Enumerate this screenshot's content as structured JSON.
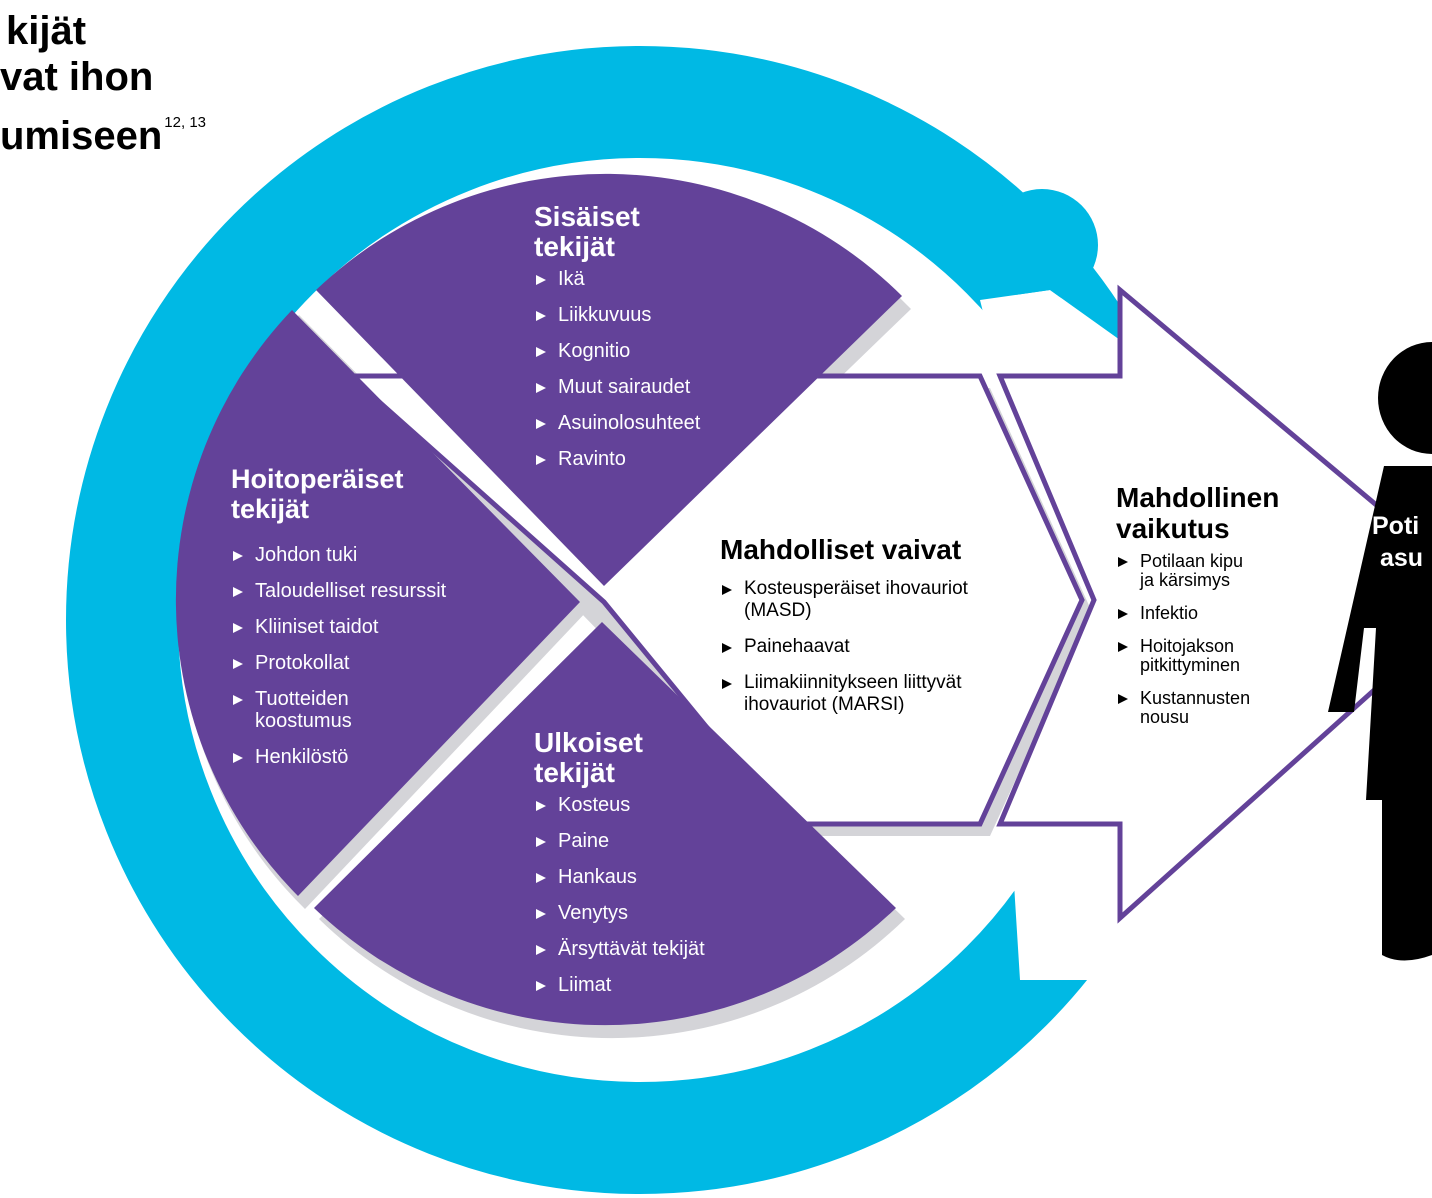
{
  "title": {
    "lines": [
      "kijät",
      "vat ihon",
      "umiseen"
    ],
    "ref": "12, 13"
  },
  "colors": {
    "ring": "#00b9e4",
    "purple": "#634299",
    "shadow": "#d4d4d8",
    "figure": "#000000"
  },
  "sectors": {
    "sisaiset": {
      "title_lines": [
        "Sisäiset",
        "tekijät"
      ],
      "items": [
        "Ikä",
        "Liikkuvuus",
        "Kognitio",
        "Muut sairaudet",
        "Asuinolosuhteet",
        "Ravinto"
      ]
    },
    "hoito": {
      "title_lines": [
        "Hoitoperäiset",
        "tekijät"
      ],
      "items": [
        {
          "lines": [
            "Johdon tuki"
          ]
        },
        {
          "lines": [
            "Taloudelliset resurssit"
          ]
        },
        {
          "lines": [
            "Kliiniset taidot"
          ]
        },
        {
          "lines": [
            "Protokollat"
          ]
        },
        {
          "lines": [
            "Tuotteiden",
            "koostumus"
          ]
        },
        {
          "lines": [
            "Henkilöstö"
          ]
        }
      ]
    },
    "ulkoiset": {
      "title_lines": [
        "Ulkoiset",
        "tekijät"
      ],
      "items": [
        "Kosteus",
        "Paine",
        "Hankaus",
        "Venytys",
        "Ärsyttävät tekijät",
        "Liimat"
      ]
    }
  },
  "vaivat": {
    "title": "Mahdolliset vaivat",
    "items": [
      {
        "lines": [
          "Kosteusperäiset ihovauriot",
          "(MASD)"
        ]
      },
      {
        "lines": [
          "Painehaavat"
        ]
      },
      {
        "lines": [
          "Liimakiinnitykseen liittyvät",
          "ihovauriot (MARSI)"
        ]
      }
    ]
  },
  "vaikutus": {
    "title_lines": [
      "Mahdollinen",
      "vaikutus"
    ],
    "items": [
      {
        "lines": [
          "Potilaan kipu",
          "ja kärsimys"
        ]
      },
      {
        "lines": [
          "Infektio"
        ]
      },
      {
        "lines": [
          "Hoitojakson",
          "pitkittyminen"
        ]
      },
      {
        "lines": [
          "Kustannusten",
          "nousu"
        ]
      }
    ]
  },
  "person": {
    "label_lines": [
      "Poti",
      "asu"
    ]
  }
}
